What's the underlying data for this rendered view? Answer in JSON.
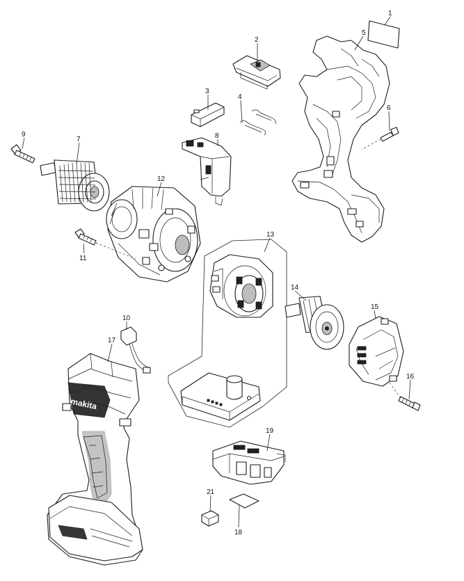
{
  "parts": [
    {
      "id": "1",
      "label": "1"
    },
    {
      "id": "2",
      "label": "2"
    },
    {
      "id": "3",
      "label": "3"
    },
    {
      "id": "4",
      "label": "4"
    },
    {
      "id": "5",
      "label": "5"
    },
    {
      "id": "6",
      "label": "6"
    },
    {
      "id": "7",
      "label": "7"
    },
    {
      "id": "8",
      "label": "8"
    },
    {
      "id": "9",
      "label": "9"
    },
    {
      "id": "10",
      "label": "10"
    },
    {
      "id": "11",
      "label": "11"
    },
    {
      "id": "12",
      "label": "12"
    },
    {
      "id": "13",
      "label": "13"
    },
    {
      "id": "14",
      "label": "14"
    },
    {
      "id": "15",
      "label": "15"
    },
    {
      "id": "16",
      "label": "16"
    },
    {
      "id": "17",
      "label": "17"
    },
    {
      "id": "18",
      "label": "18"
    },
    {
      "id": "19",
      "label": "19"
    },
    {
      "id": "21",
      "label": "21"
    }
  ],
  "logo": "makita"
}
